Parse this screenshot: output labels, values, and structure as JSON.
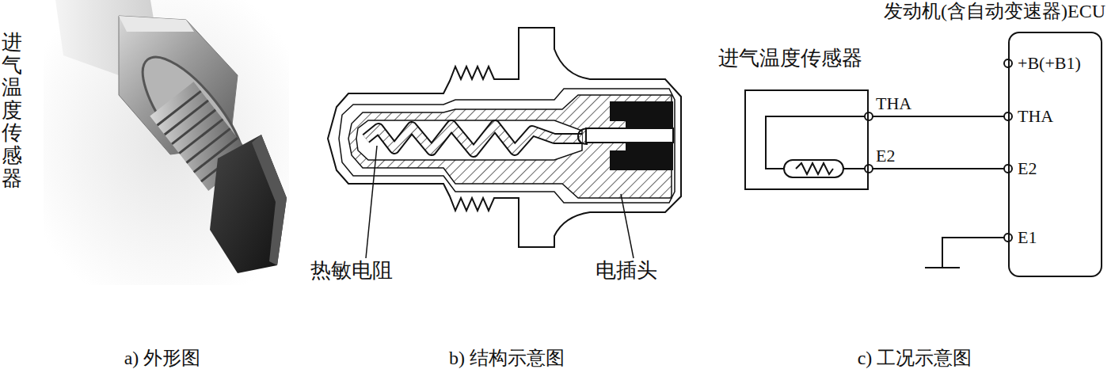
{
  "diagram": {
    "nodes": [
      {
        "text": [
          "进气温度传感器"
        ]
      },
      {
        "text": [
          "发动机(含自动变速器)ECU",
          "+B(+B1)",
          "THA",
          "E2",
          "E1"
        ]
      }
    ],
    "edges": [
      {
        "from": 0,
        "to": 1,
        "arrow": "none"
      },
      {
        "from": 0,
        "to": 1,
        "arrow": "none"
      }
    ],
    "labels": [
      "进气温度传感器",
      "热敏电阻",
      "电插头",
      "THA",
      "E2",
      "a) 外形图",
      "b) 结构示意图",
      "c) 工况示意图"
    ]
  }
}
